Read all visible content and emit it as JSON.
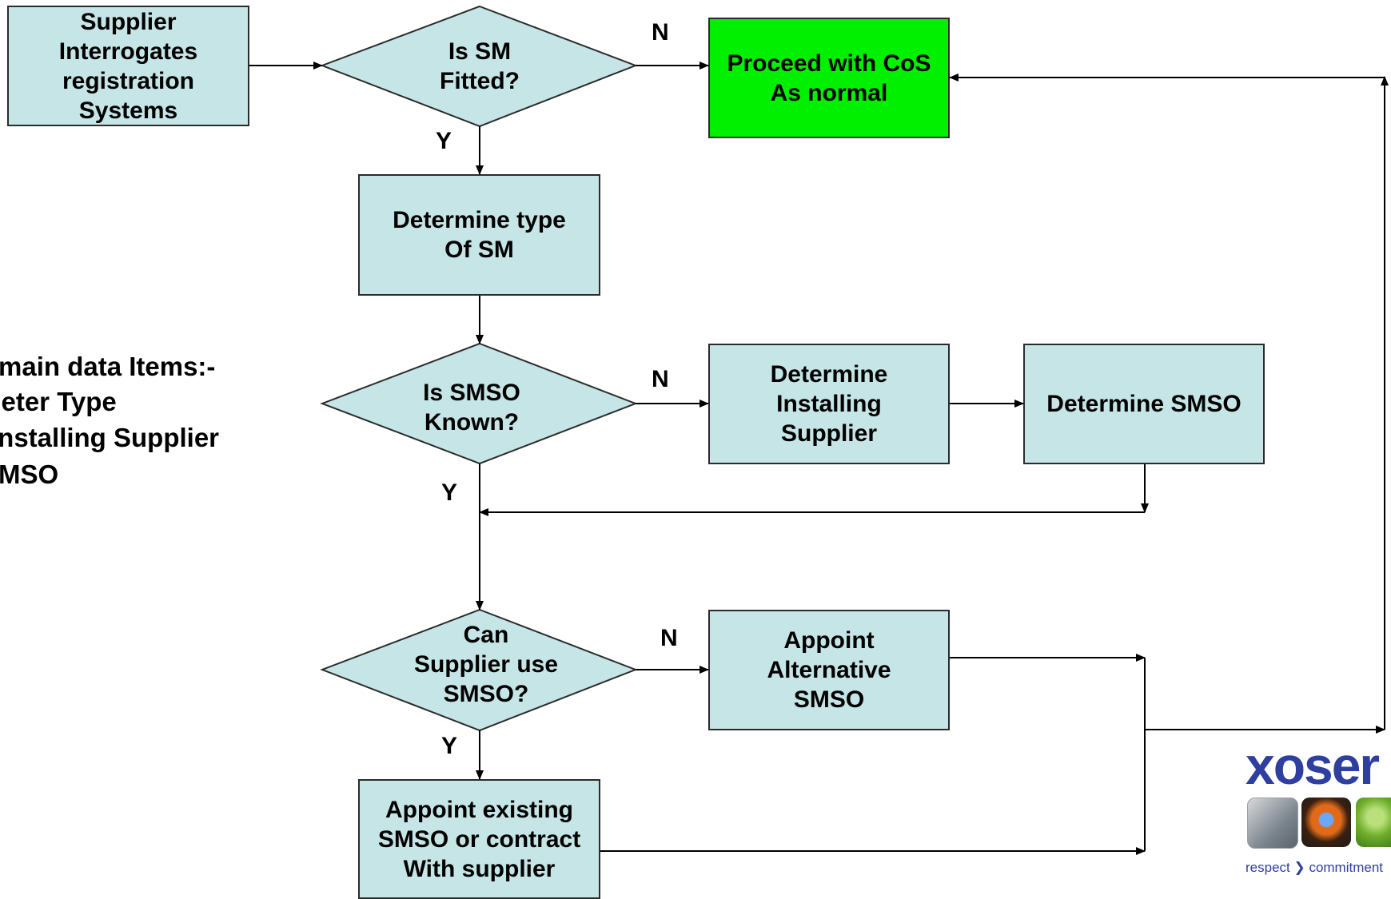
{
  "nodes": {
    "start": "Supplier\nInterrogates\nregistration\nSystems",
    "d_fitted": "Is SM\nFitted?",
    "proceed": "Proceed with CoS\nAs normal",
    "det_type": "Determine type\nOf SM",
    "d_known": "Is SMSO\nKnown?",
    "det_installing": "Determine\nInstalling\nSupplier",
    "det_smso": "Determine SMSO",
    "d_canuse": "Can\nSupplier use\nSMSO?",
    "appoint_alt": "Appoint\nAlternative\nSMSO",
    "appoint_existing": "Appoint existing\nSMSO or contract\nWith supplier"
  },
  "edge_labels": {
    "fitted_no": "N",
    "fitted_yes": "Y",
    "known_no": "N",
    "known_yes": "Y",
    "canuse_no": "N",
    "canuse_yes": "Y"
  },
  "side_note": {
    "title": "main data Items:-",
    "items": [
      "Meter Type",
      "Installing Supplier",
      "SMSO"
    ]
  },
  "logo": {
    "text": "xoser",
    "tagline": "respect ❯ commitment",
    "tiles": [
      "meter-photo-icon",
      "gas-flame-photo-icon",
      "leaf-photo-icon"
    ],
    "brand_color": "#2f3f9f"
  },
  "colors": {
    "process_fill": "#c5e5e6",
    "highlight_fill": "#00f000",
    "line": "#000000"
  }
}
